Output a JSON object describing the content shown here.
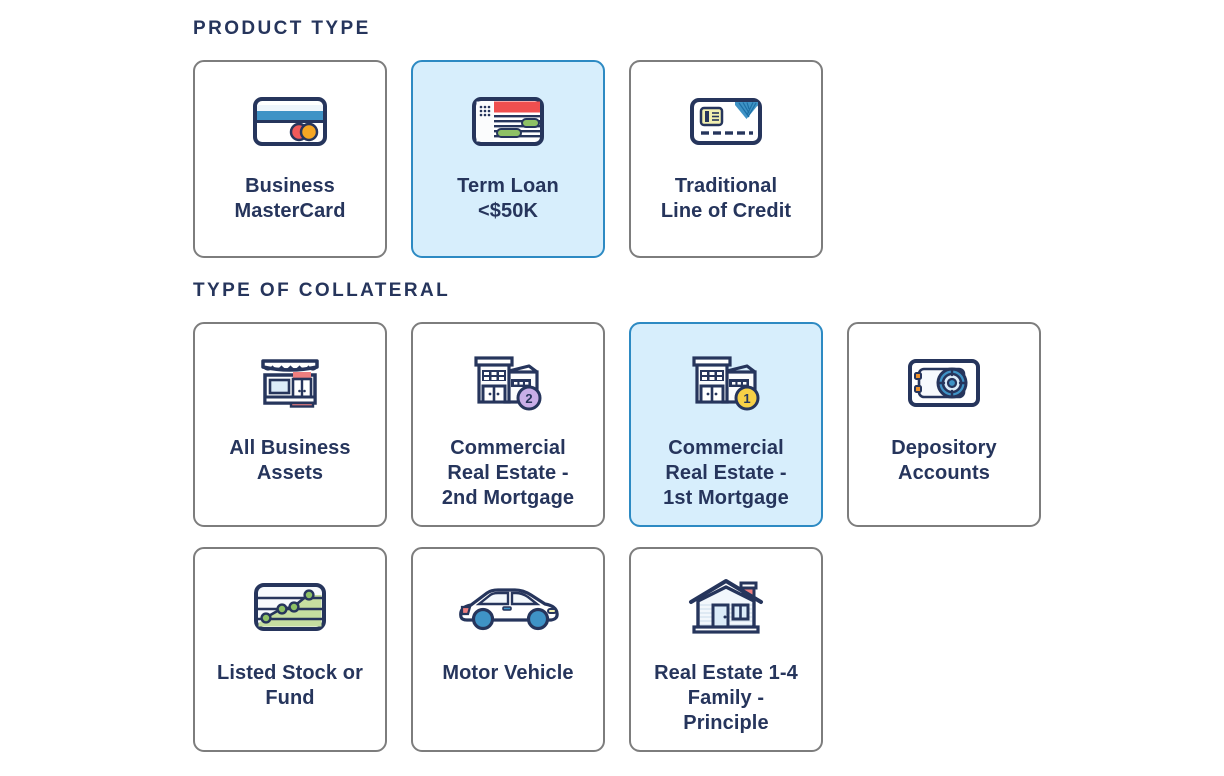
{
  "colors": {
    "text_navy": "#26355c",
    "selected_border": "#2d8ac3",
    "selected_fill": "#d7eefc",
    "unselected_border": "#7d7d7d",
    "accent_green": "#8ec165",
    "accent_red": "#ef4f4f",
    "accent_yellow": "#f7d046",
    "accent_purple": "#c9aee8",
    "accent_orange": "#f0922b"
  },
  "sections": [
    {
      "id": "product-type",
      "title": "PRODUCT TYPE",
      "rows": [
        [
          {
            "id": "business-mastercard",
            "label": "Business\nMasterCard",
            "label_lines": [
              "Business",
              "MasterCard"
            ],
            "icon": "credit-card-icon",
            "selected": false
          },
          {
            "id": "term-loan",
            "label": "Term Loan\n<$50K",
            "label_lines": [
              "Term Loan",
              "<$50K"
            ],
            "icon": "loan-document-icon",
            "selected": true
          },
          {
            "id": "traditional-line-of-credit",
            "label": "Traditional\nLine of Credit",
            "label_lines": [
              "Traditional",
              "Line of Credit"
            ],
            "icon": "credit-line-card-icon",
            "selected": false
          }
        ]
      ]
    },
    {
      "id": "type-of-collateral",
      "title": "TYPE OF COLLATERAL",
      "rows": [
        [
          {
            "id": "all-business-assets",
            "label_lines": [
              "All Business",
              "Assets"
            ],
            "icon": "storefront-icon",
            "selected": false
          },
          {
            "id": "commercial-real-estate-2nd-mortgage",
            "label_lines": [
              "Commercial",
              "Real Estate -",
              "2nd Mortgage"
            ],
            "icon": "commercial-building-2-icon",
            "badge": "2",
            "selected": false
          },
          {
            "id": "commercial-real-estate-1st-mortgage",
            "label_lines": [
              "Commercial",
              "Real Estate -",
              "1st Mortgage"
            ],
            "icon": "commercial-building-1-icon",
            "badge": "1",
            "selected": true
          },
          {
            "id": "depository-accounts",
            "label_lines": [
              "Depository",
              "Accounts"
            ],
            "icon": "safe-vault-icon",
            "selected": false
          }
        ],
        [
          {
            "id": "listed-stock-or-fund",
            "label_lines": [
              "Listed Stock or",
              "Fund"
            ],
            "icon": "stock-chart-icon",
            "selected": false
          },
          {
            "id": "motor-vehicle",
            "label_lines": [
              "Motor Vehicle"
            ],
            "icon": "car-icon",
            "selected": false
          },
          {
            "id": "real-estate-1-4-family-principle",
            "label_lines": [
              "Real Estate 1-4",
              "Family -",
              "Principle"
            ],
            "icon": "house-icon",
            "selected": false
          }
        ]
      ]
    }
  ]
}
